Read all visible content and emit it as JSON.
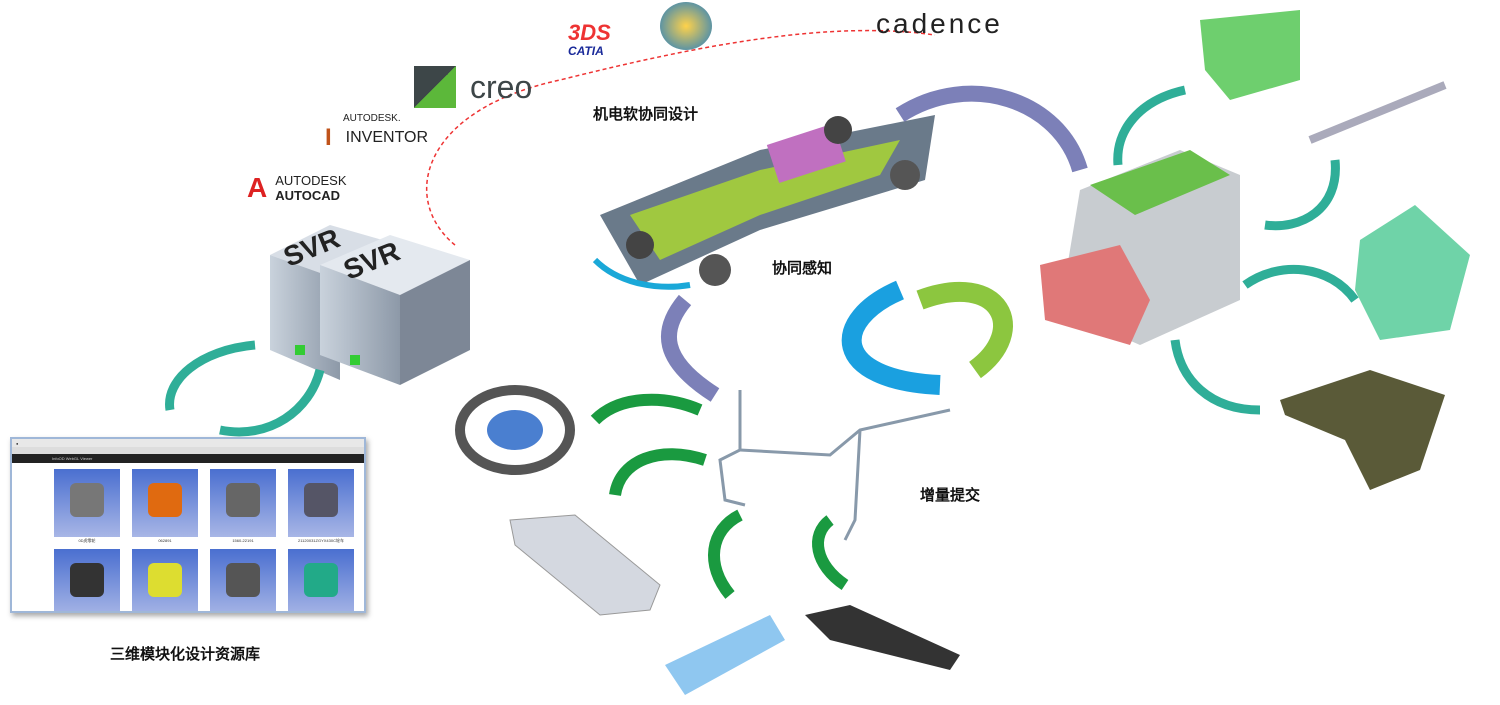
{
  "labels": {
    "resource_library": "三维模块化设计资源库",
    "mech_elec_soft": "机电软协同设计",
    "collab_perception": "协同感知",
    "incremental_submit": "增量提交"
  },
  "logos": {
    "cadence": "cadence",
    "catia": "CATIA",
    "creo": "creo",
    "inventor_brand": "AUTODESK.",
    "inventor": "INVENTOR",
    "autocad_brand": "AUTODESK",
    "autocad": "AUTOCAD",
    "server_label": "SVR"
  },
  "viewer": {
    "title": "InfoOD WebGL Viewer",
    "items": [
      "0D虎零轮",
      "062891",
      "1560-22191",
      "21120031ZGYX430C轮车",
      "",
      "",
      "",
      ""
    ],
    "colors": [
      "#777",
      "#e06a10",
      "#666",
      "#556",
      "#333",
      "#dddd30",
      "#555",
      "#2a8"
    ]
  },
  "colors": {
    "teal": "#2fae98",
    "green": "#1a9a40",
    "purple": "#7c80b8",
    "blue": "#1aa0e0",
    "lime": "#8cc63f"
  }
}
